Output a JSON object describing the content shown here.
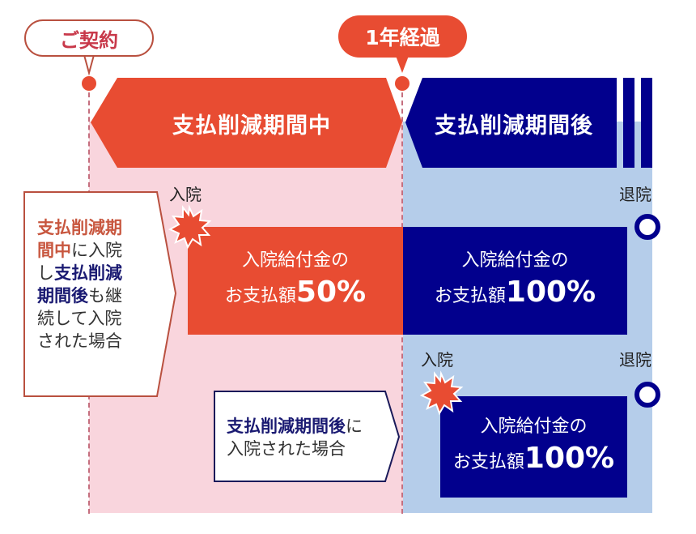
{
  "markers": {
    "contract": "ご契約",
    "one_year": "1年経過"
  },
  "periods": {
    "during": "支払削減期間中",
    "after": "支払削減期間後"
  },
  "case1": {
    "admission_label": "入院",
    "discharge_label": "退院",
    "callout": {
      "part1": "支払削減期間中",
      "part2": "に入院し",
      "part3": "支払削減期間後",
      "part4": "も継続して入院された場合",
      "lines": [
        "支払削減期",
        "間中に入院",
        "し支払削減",
        "期間後も継",
        "続して入院",
        "された場合"
      ]
    },
    "during_box": {
      "line1": "入院給付金の",
      "line2_prefix": "お支払額",
      "percent": "50%"
    },
    "after_box": {
      "line1": "入院給付金の",
      "line2_prefix": "お支払額",
      "percent": "100%"
    }
  },
  "case2": {
    "admission_label": "入院",
    "discharge_label": "退院",
    "callout": {
      "bold": "支払削減期間後",
      "rest1": "に",
      "line2": "入院された場合"
    },
    "box": {
      "line1": "入院給付金の",
      "line2_prefix": "お支払額",
      "percent": "100%"
    }
  },
  "colors": {
    "red": "#e84c32",
    "navy": "#02008d",
    "pink_bg": "#f9d5dd",
    "blue_bg": "#b5cdea"
  }
}
